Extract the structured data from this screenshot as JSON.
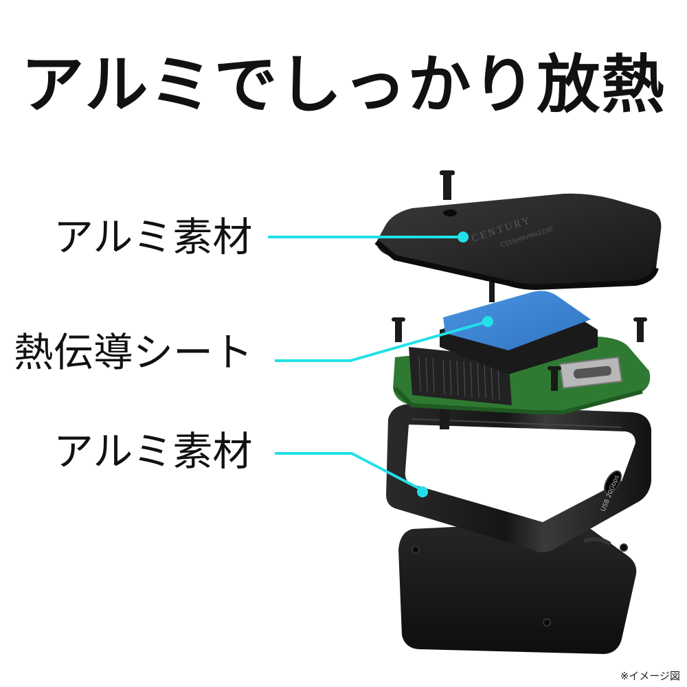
{
  "title": "アルミでしっかり放熱",
  "callouts": [
    {
      "label": "アルミ素材",
      "target": "top-cover"
    },
    {
      "label": "熱伝導シート",
      "target": "thermal-pad"
    },
    {
      "label": "アルミ素材",
      "target": "frame"
    }
  ],
  "product": {
    "brand_mark": "CENTURY",
    "model_mark": "CSSSHNVMe2230",
    "port_mark": "USB 20Gbps"
  },
  "footnote": "※イメージ図",
  "colors": {
    "callout_line": "#22e0e8",
    "thermal_pad": "#3d86d6",
    "pcb": "#2f7a32",
    "housing": "#1c1c1c",
    "text": "#111111"
  }
}
